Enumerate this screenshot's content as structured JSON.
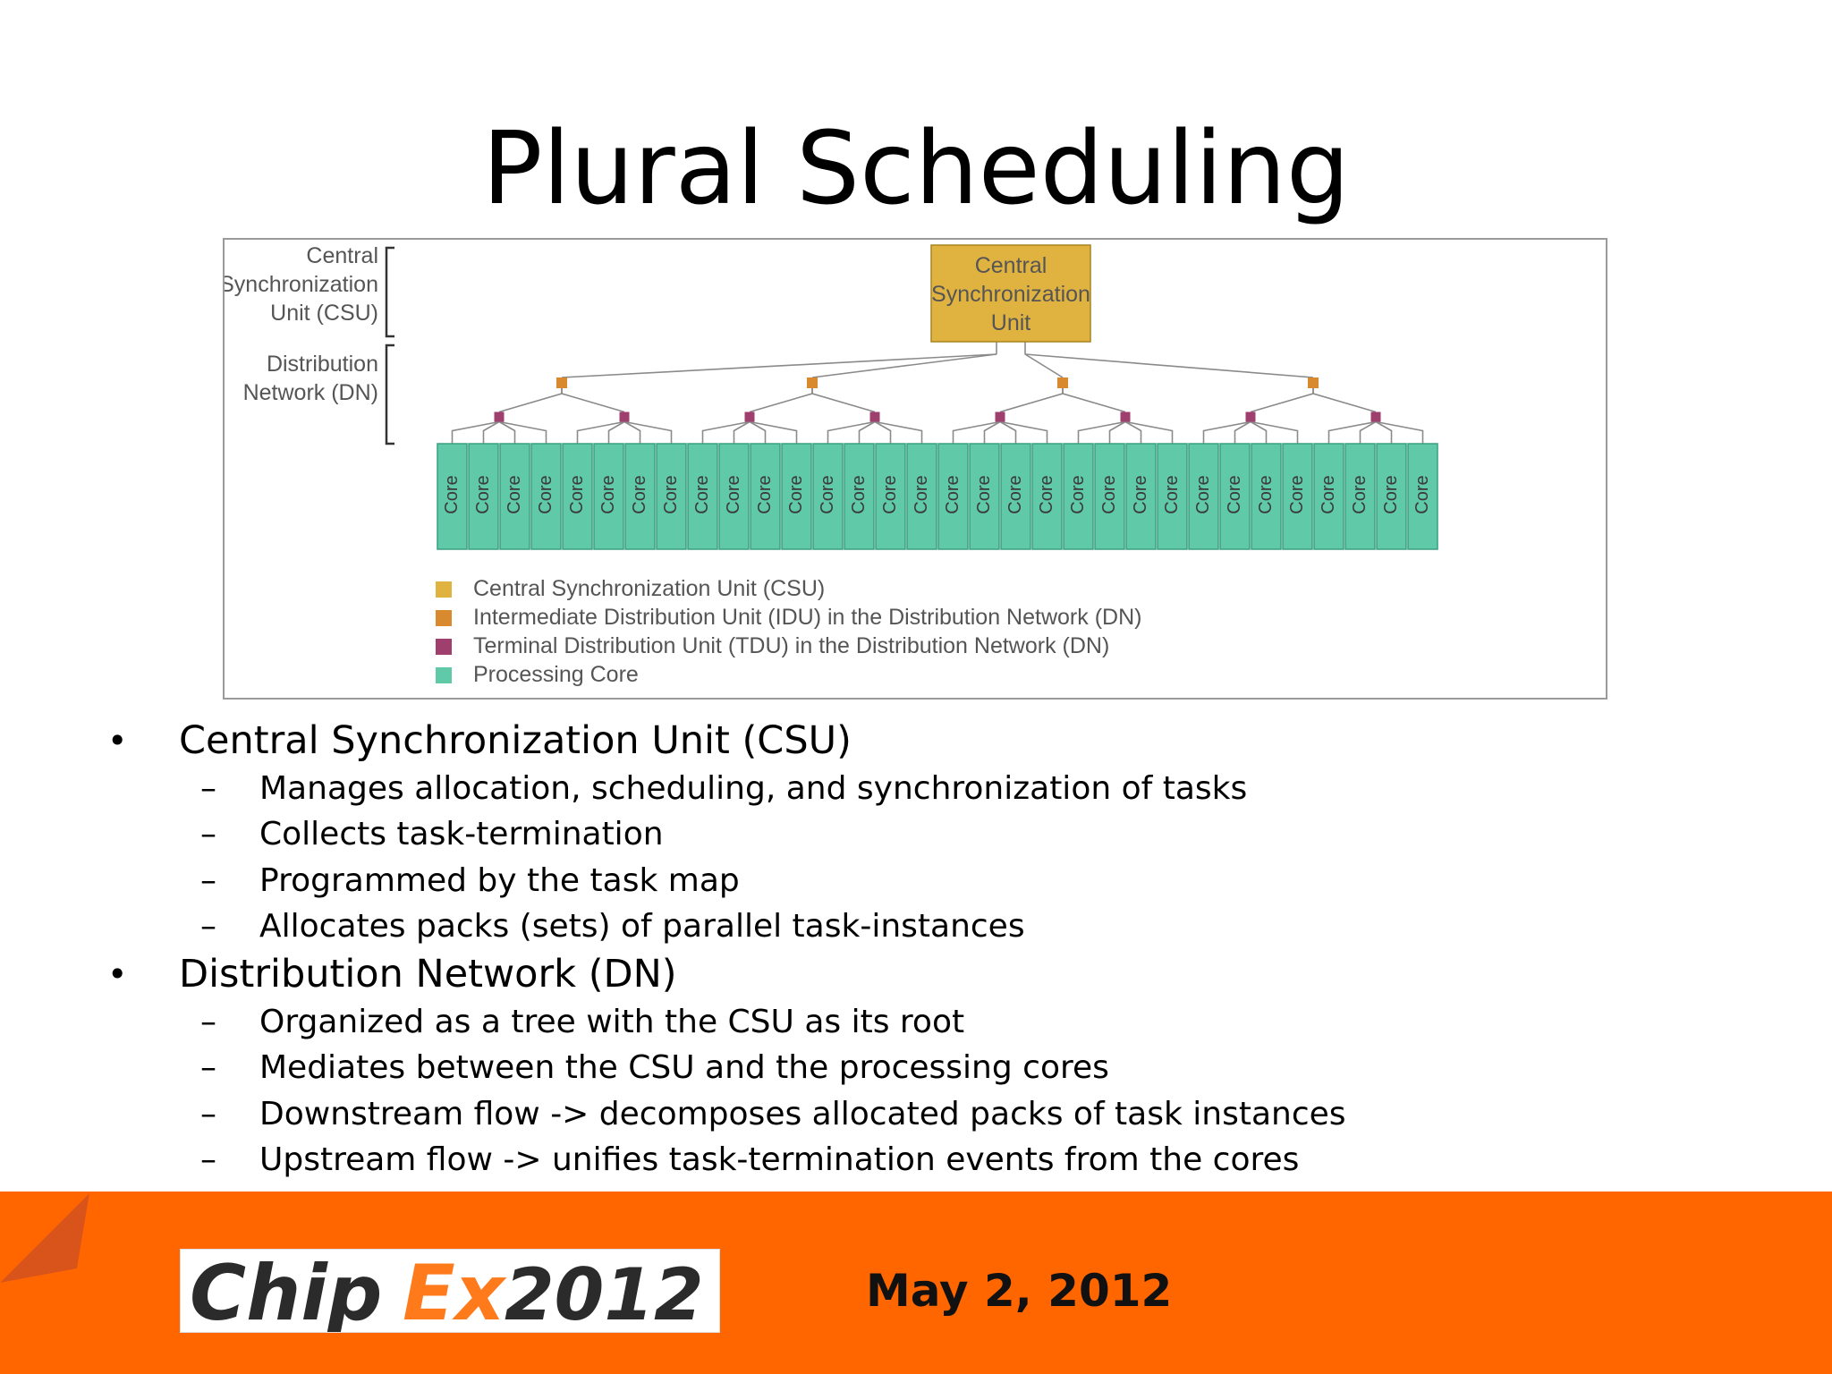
{
  "title": "Plural Scheduling",
  "diagram": {
    "brackets": [
      {
        "lines": [
          "Central",
          "Synchronization",
          "Unit (CSU)"
        ]
      },
      {
        "lines": [
          "Distribution",
          "Network (DN)"
        ]
      }
    ],
    "csu_label": [
      "Central",
      "Synchronization",
      "Unit"
    ],
    "core_label": "Core",
    "core_count": 32,
    "idu_count": 4,
    "tdu_count": 8,
    "colors": {
      "csu": "#e0b341",
      "idu": "#d98a2e",
      "tdu": "#9e3f6e",
      "core": "#5fc9a8",
      "core_border": "#3d9f80",
      "line": "#8a8a8a",
      "text": "#555555"
    },
    "legend": [
      {
        "color": "#e0b341",
        "label": "Central Synchronization Unit (CSU)"
      },
      {
        "color": "#d98a2e",
        "label": "Intermediate Distribution Unit (IDU) in the Distribution Network (DN)"
      },
      {
        "color": "#9e3f6e",
        "label": "Terminal Distribution Unit (TDU) in the Distribution Network (DN)"
      },
      {
        "color": "#5fc9a8",
        "label": "Processing Core"
      }
    ]
  },
  "bullets": [
    {
      "text": "Central Synchronization Unit (CSU)",
      "sub": [
        "Manages allocation, scheduling, and synchronization of tasks",
        "Collects task-termination",
        "Programmed by the task map",
        "Allocates packs (sets) of parallel task-instances"
      ]
    },
    {
      "text": "Distribution Network (DN)",
      "sub": [
        "Organized as a tree with the CSU as its root",
        "Mediates between the CSU and the processing cores",
        "Downstream flow -> decomposes allocated packs of task instances",
        "Upstream flow -> unifies task-termination events from the cores"
      ]
    }
  ],
  "bullet_symbol": "•",
  "dash_symbol": "–",
  "footer": {
    "logo_text": "ChipEx2012",
    "logo_parts": [
      "Chip",
      "Ex",
      "2012"
    ],
    "date": "May 2, 2012",
    "color": "#ff6600"
  }
}
